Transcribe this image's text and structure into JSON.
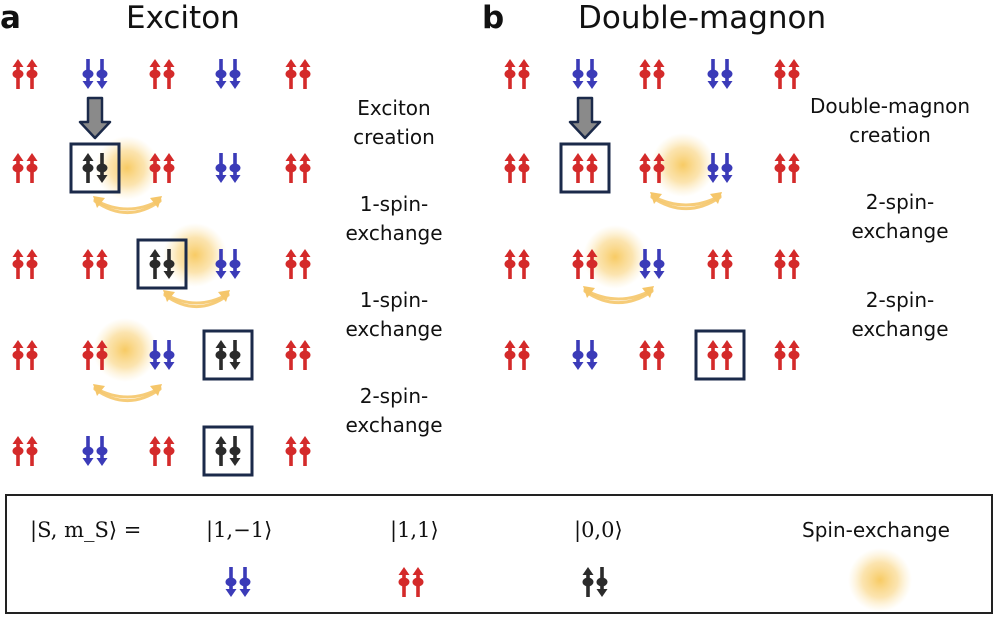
{
  "panel_a": {
    "letter": "a",
    "title": "Exciton",
    "steps": [
      {
        "line1": "Exciton",
        "line2": "creation"
      },
      {
        "line1": "1-spin-",
        "line2": "exchange"
      },
      {
        "line1": "1-spin-",
        "line2": "exchange"
      },
      {
        "line1": "2-spin-",
        "line2": "exchange"
      }
    ],
    "rows": [
      [
        "up",
        "down",
        "up",
        "down",
        "up"
      ],
      [
        "up",
        "singlet",
        "up",
        "down",
        "up"
      ],
      [
        "up",
        "up",
        "singlet",
        "down",
        "up"
      ],
      [
        "up",
        "up",
        "down",
        "singlet",
        "up"
      ],
      [
        "up",
        "down",
        "up",
        "singlet",
        "up"
      ]
    ]
  },
  "panel_b": {
    "letter": "b",
    "title": "Double-magnon",
    "steps": [
      {
        "line1": "Double-magnon",
        "line2": "creation"
      },
      {
        "line1": "2-spin-",
        "line2": "exchange"
      },
      {
        "line1": "2-spin-",
        "line2": "exchange"
      }
    ],
    "rows": [
      [
        "up",
        "down",
        "up",
        "down",
        "up"
      ],
      [
        "up",
        "up",
        "up",
        "down",
        "up"
      ],
      [
        "up",
        "up",
        "down",
        "up",
        "up"
      ],
      [
        "up",
        "down",
        "up",
        "up",
        "up"
      ]
    ]
  },
  "legend": {
    "state_label": "|S, m_S⟩ =",
    "items": [
      {
        "state": "|1,−1⟩",
        "kind": "down"
      },
      {
        "state": "|1,1⟩",
        "kind": "up"
      },
      {
        "state": "|0,0⟩",
        "kind": "singlet"
      }
    ],
    "exchange_label": "Spin-exchange"
  },
  "colors": {
    "spin_up": "#d42a2a",
    "spin_down": "#3b3bb8",
    "singlet": "#2b2b2b",
    "box": "#1b2a4a",
    "glow": "#f7c85c",
    "excitation_arrow": "#8a8a8a"
  }
}
